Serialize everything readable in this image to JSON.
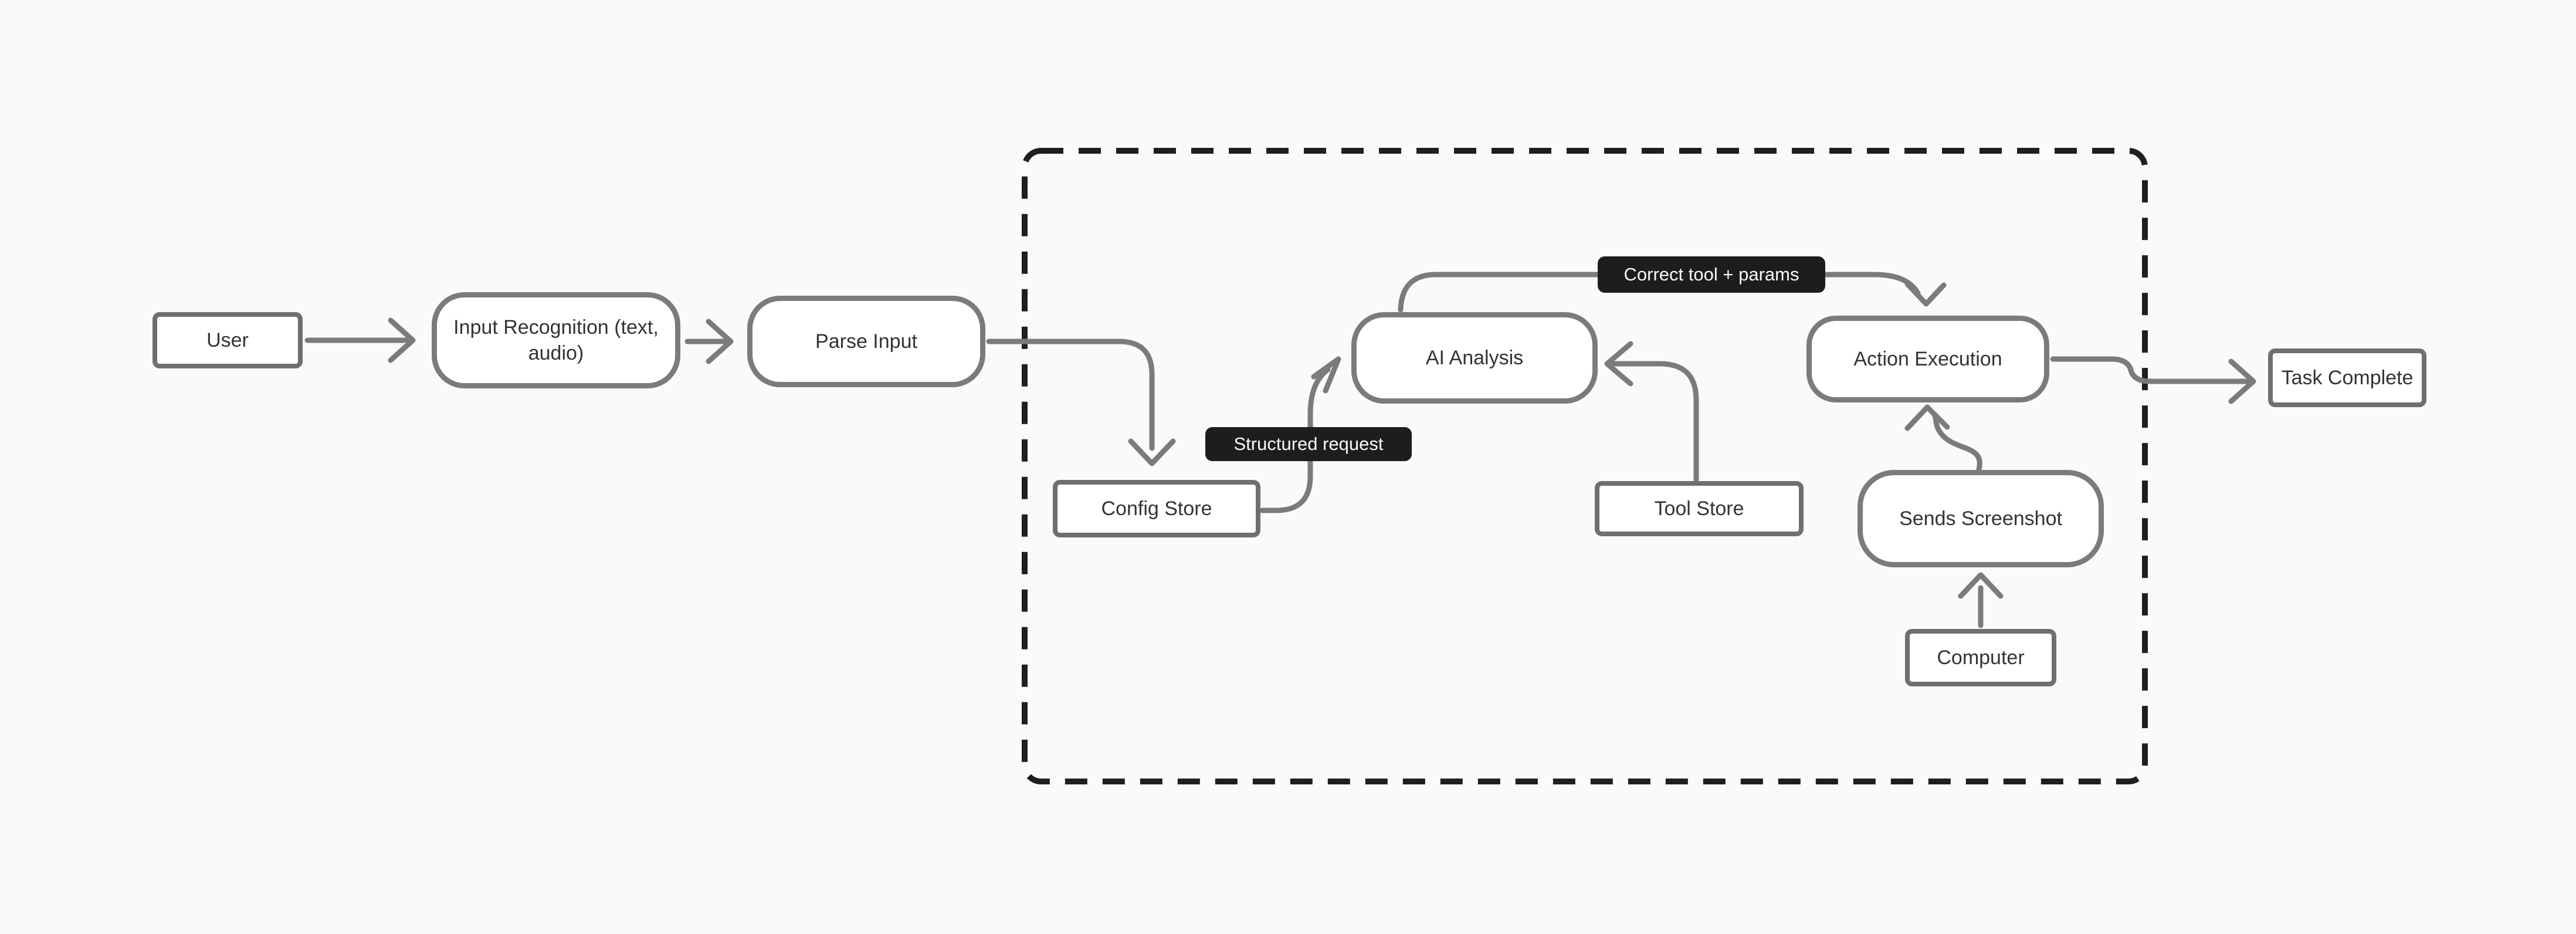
{
  "colors": {
    "background": "#FAFAF8",
    "node_fill": "#FFFFFF",
    "node_border_rect": "#6F6F6F",
    "node_border_pill": "#7B7B7B",
    "node_text": "#333333",
    "arrow": "#7B7B7B",
    "boundary_dash": "#1F1F1F",
    "label_chip_bg": "#1D1D1F",
    "label_chip_text": "#FAFAFA"
  },
  "nodes": {
    "user": {
      "label": "User",
      "shape": "rectangle"
    },
    "input_recognition": {
      "label": "Input Recognition (text,\naudio)",
      "shape": "rounded"
    },
    "parse_input": {
      "label": "Parse Input",
      "shape": "rounded"
    },
    "config_store": {
      "label": "Config Store",
      "shape": "rectangle"
    },
    "ai_analysis": {
      "label": "AI Analysis",
      "shape": "rounded"
    },
    "tool_store": {
      "label": "Tool Store",
      "shape": "rectangle"
    },
    "action_execution": {
      "label": "Action Execution",
      "shape": "rounded"
    },
    "sends_screenshot": {
      "label": "Sends Screenshot",
      "shape": "rounded"
    },
    "computer": {
      "label": "Computer",
      "shape": "rectangle"
    },
    "task_complete": {
      "label": "Task Complete",
      "shape": "rectangle"
    }
  },
  "edge_labels": {
    "structured_request": "Structured request",
    "correct_tool_params": "Correct tool + params"
  }
}
